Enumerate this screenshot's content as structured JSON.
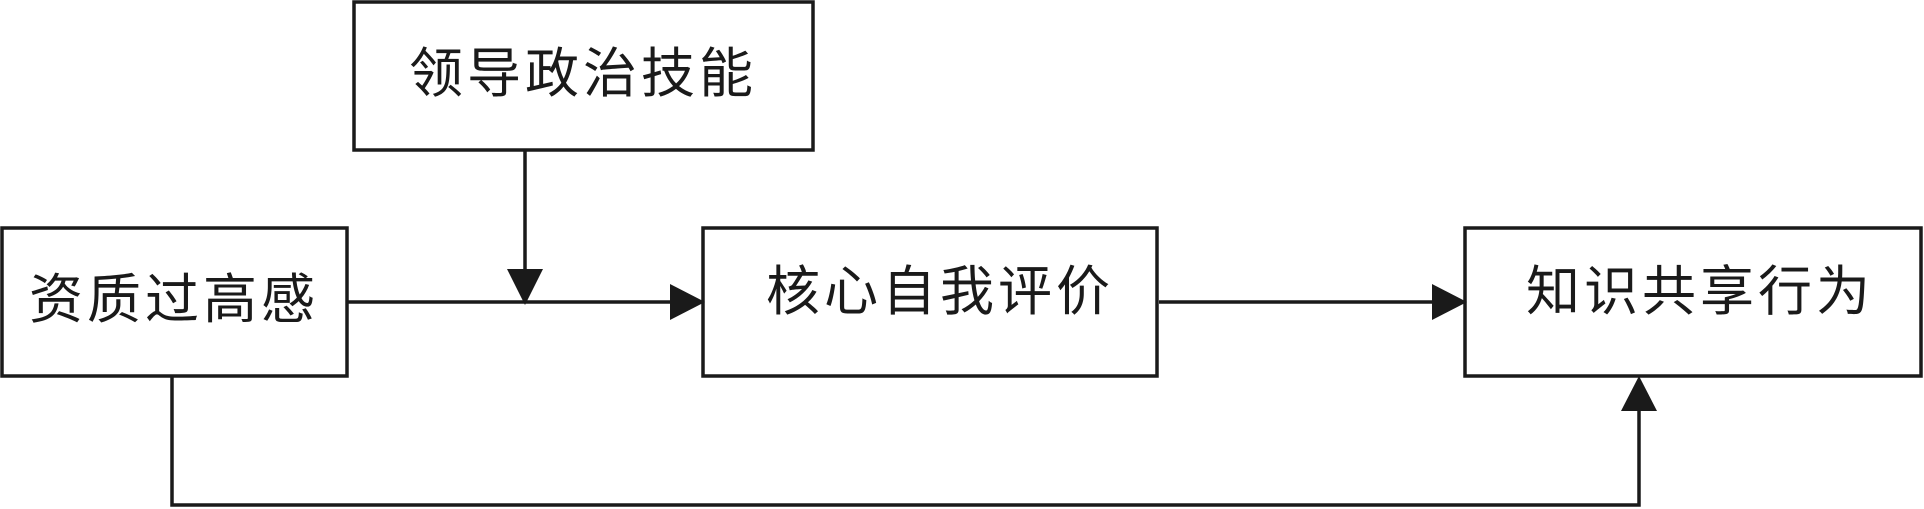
{
  "diagram": {
    "nodes": {
      "political_skill": "领导政治技能",
      "overqualification": "资质过高感",
      "core_self_evaluation": "核心自我评价",
      "knowledge_sharing": "知识共享行为"
    },
    "colors": {
      "stroke": "#1a1a1a",
      "background": "#ffffff"
    }
  }
}
